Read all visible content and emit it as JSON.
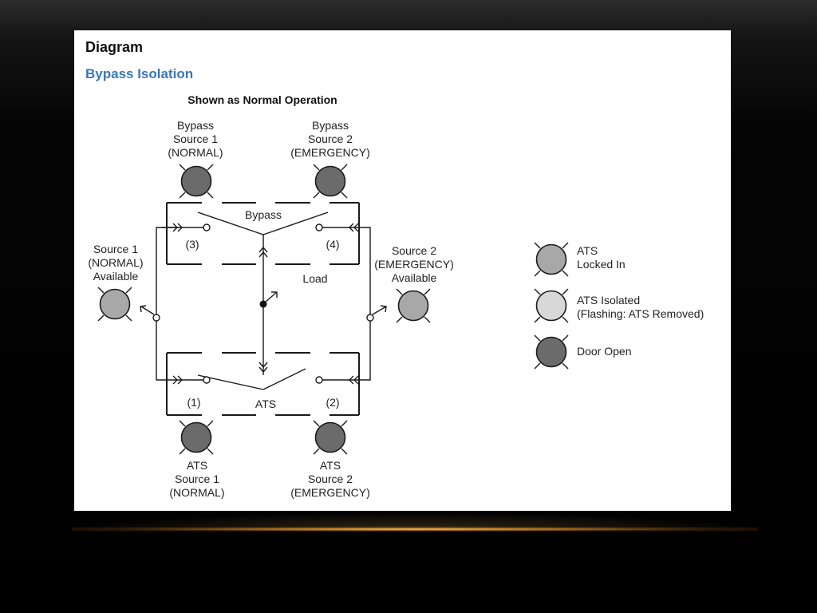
{
  "panel": {
    "title": "Diagram",
    "subtitle": "Bypass Isolation",
    "subtitle_color": "#3b78b5"
  },
  "diagram": {
    "caption": "Shown as Normal Operation",
    "bypass_source_1": [
      "Bypass",
      "Source 1",
      "(NORMAL)"
    ],
    "bypass_source_2": [
      "Bypass",
      "Source 2",
      "(EMERGENCY)"
    ],
    "source_1_available": [
      "Source 1",
      "(NORMAL)",
      "Available"
    ],
    "source_2_available": [
      "Source 2",
      "(EMERGENCY)",
      "Available"
    ],
    "ats_source_1": [
      "ATS",
      "Source 1",
      "(NORMAL)"
    ],
    "ats_source_2": [
      "ATS",
      "Source 2",
      "(EMERGENCY)"
    ],
    "bypass_label": "Bypass",
    "load_label": "Load",
    "ats_label": "ATS",
    "contact_3": "(3)",
    "contact_4": "(4)",
    "contact_1": "(1)",
    "contact_2": "(2)"
  },
  "legend": {
    "items": [
      {
        "lines": [
          "ATS",
          "Locked In"
        ],
        "color": "#a8a8a8"
      },
      {
        "lines": [
          "ATS Isolated",
          "(Flashing: ATS Removed)"
        ],
        "color": "#d8d8d8"
      },
      {
        "lines": [
          "Door Open"
        ],
        "color": "#6b6b6b"
      }
    ]
  },
  "colors": {
    "lamp_dark": "#6b6b6b",
    "lamp_medium": "#a8a8a8",
    "lamp_light": "#d8d8d8"
  }
}
